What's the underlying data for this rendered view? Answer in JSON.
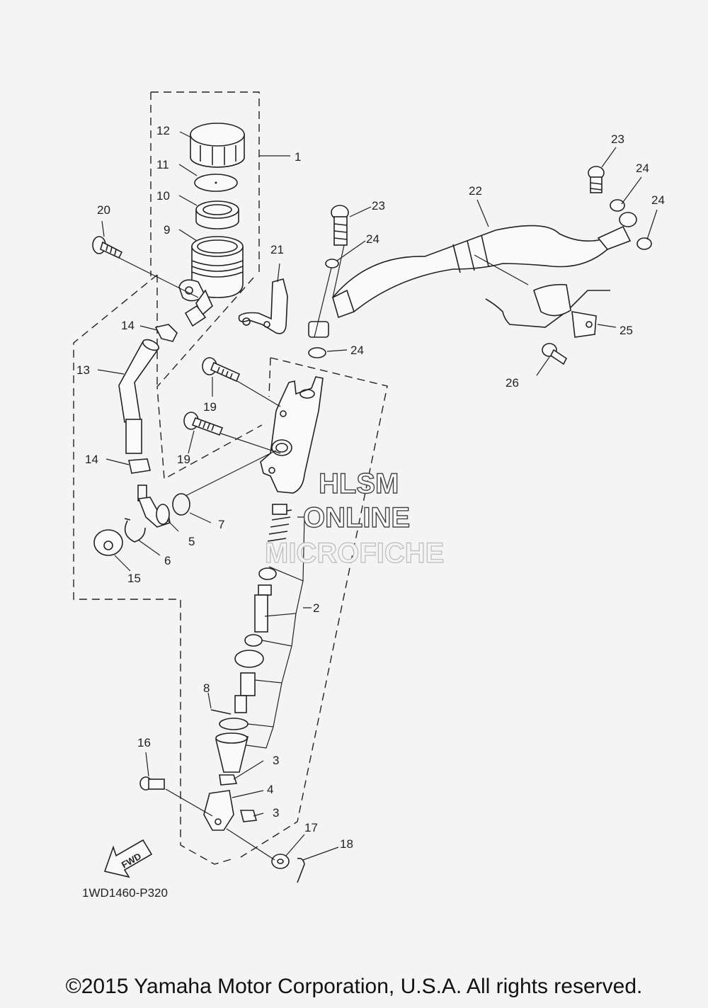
{
  "diagram": {
    "part_numbers": [
      "1",
      "2",
      "3",
      "3",
      "4",
      "5",
      "6",
      "7",
      "8",
      "9",
      "10",
      "11",
      "12",
      "13",
      "14",
      "14",
      "15",
      "16",
      "17",
      "18",
      "19",
      "19",
      "20",
      "21",
      "22",
      "23",
      "23",
      "24",
      "24",
      "24",
      "24",
      "25",
      "26"
    ],
    "figure_code": "1WD1460-P320",
    "fwd_arrow_label": "FWD",
    "watermark": {
      "line1": "HLSM",
      "line2": "ONLINE",
      "line3": "MICROFICHE"
    }
  },
  "footer": {
    "copyright": "©2015 Yamaha Motor Corporation, U.S.A. All rights reserved."
  }
}
